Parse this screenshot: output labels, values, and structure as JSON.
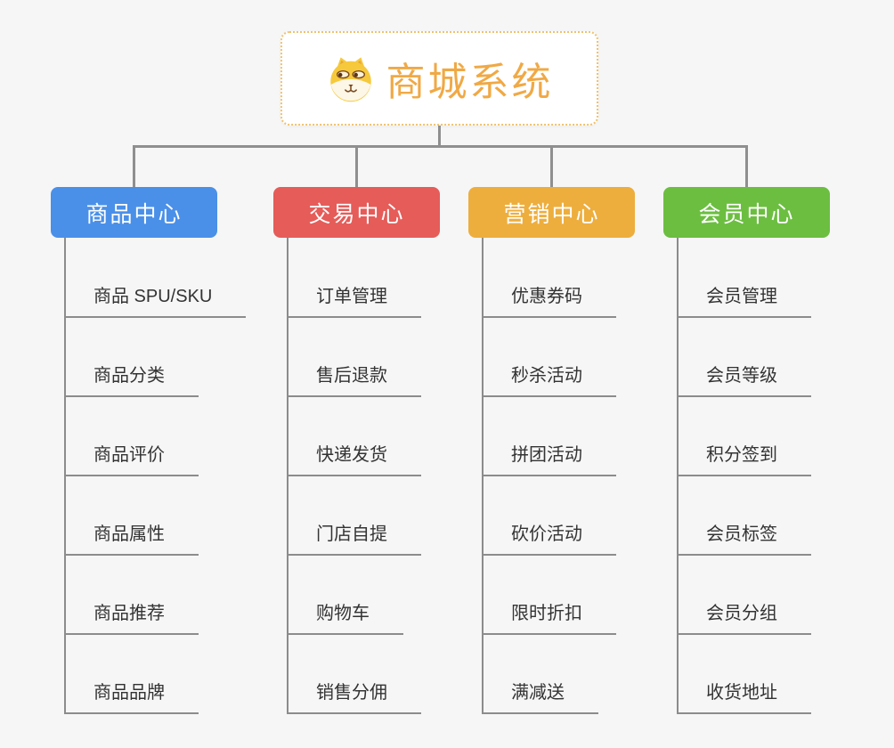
{
  "root": {
    "title": "商城系统",
    "icon": "dog-face-icon",
    "text_color": "#F0A945",
    "border_color": "#F0C26D"
  },
  "colors": {
    "background": "#F6F6F6",
    "connector": "#8F8F8F",
    "underline": "#8C8C8C",
    "item_text": "#333333"
  },
  "branches": [
    {
      "label": "商品中心",
      "color": "#4A90E8",
      "children": [
        "商品 SPU/SKU",
        "商品分类",
        "商品评价",
        "商品属性",
        "商品推荐",
        "商品品牌"
      ]
    },
    {
      "label": "交易中心",
      "color": "#E55C59",
      "children": [
        "订单管理",
        "售后退款",
        "快递发货",
        "门店自提",
        "购物车",
        "销售分佣"
      ]
    },
    {
      "label": "营销中心",
      "color": "#EDAE3E",
      "children": [
        "优惠券码",
        "秒杀活动",
        "拼团活动",
        "砍价活动",
        "限时折扣",
        "满减送"
      ]
    },
    {
      "label": "会员中心",
      "color": "#6CBE41",
      "children": [
        "会员管理",
        "会员等级",
        "积分签到",
        "会员标签",
        "会员分组",
        "收货地址"
      ]
    }
  ]
}
